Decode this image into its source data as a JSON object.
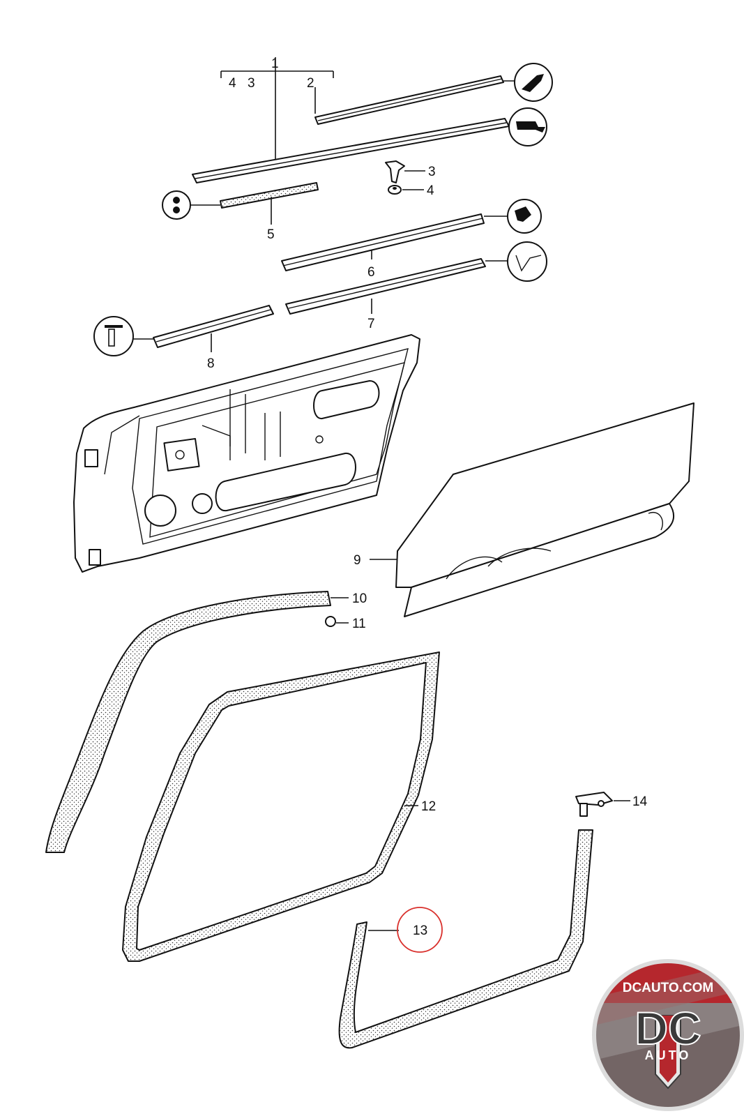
{
  "callouts": {
    "c1": "1",
    "c2": "2",
    "c3a": "3",
    "c4a": "4",
    "c3": "3",
    "c4": "4",
    "c5": "5",
    "c6": "6",
    "c7": "7",
    "c8": "8",
    "c9": "9",
    "c10": "10",
    "c11": "11",
    "c12": "12",
    "c13": "13",
    "c14": "14"
  },
  "highlight": {
    "part": "13",
    "color": "#d9302c"
  },
  "logo": {
    "site": "DCAUTO.COM",
    "mark": "DC",
    "word": "AUTO",
    "colors": {
      "ring": "#c9c9c9",
      "red": "#b5272d",
      "dark": "#3a3a3a"
    }
  }
}
